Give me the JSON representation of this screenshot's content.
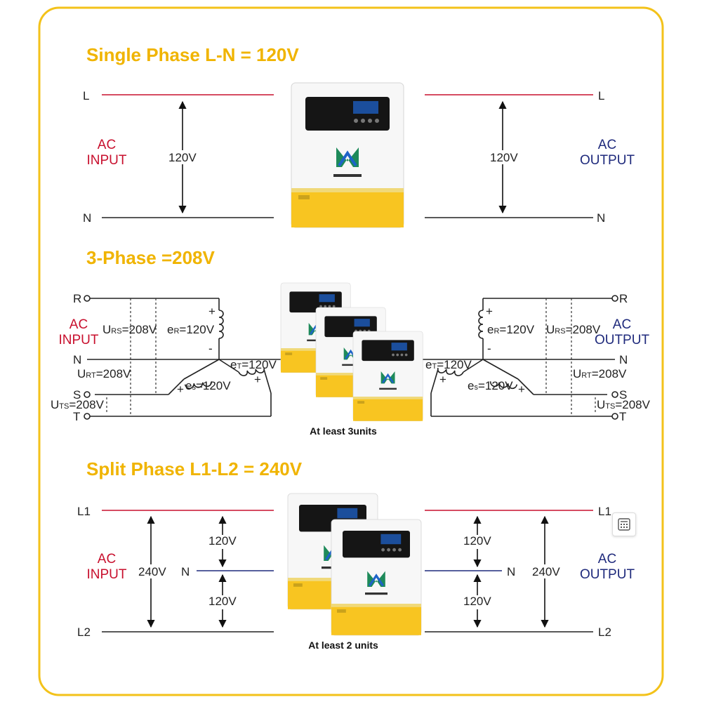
{
  "colors": {
    "border": "#f3c21a",
    "title": "#f0b400",
    "input": "#c8102e",
    "output": "#1f2a7c",
    "live": "#c8102e",
    "neutral": "#1f2a7c"
  },
  "brand": "HM\\ENERGY",
  "single": {
    "title": "Single Phase L-N = 120V",
    "l": "L",
    "n": "N",
    "v": "120V",
    "ac": "AC",
    "input": "INPUT",
    "output": "OUTPUT"
  },
  "three": {
    "title": "3-Phase =208V",
    "r": "R",
    "n": "N",
    "s": "S",
    "t": "T",
    "urs_u": "U",
    "urs_sub": "RS",
    "urs_val": "=208V",
    "urt_u": "U",
    "urt_sub": "RT",
    "urt_val": "=208V",
    "uts_u": "U",
    "uts_sub": "TS",
    "uts_val": "=208V",
    "er_e": "e",
    "er_sub": "R",
    "er_val": "=120V",
    "et_e": "e",
    "et_sub": "T",
    "et_val": "=120V",
    "es_e": "e",
    "es_sub": "s",
    "es_val": "=120V",
    "plus": "+",
    "minus": "-",
    "ac": "AC",
    "input": "INPUT",
    "output": "OUTPUT",
    "caption": "At least 3units"
  },
  "split": {
    "title": "Split Phase L1-L2 = 240V",
    "l1": "L1",
    "l2": "L2",
    "n": "N",
    "v240": "240V",
    "v120": "120V",
    "ac": "AC",
    "input": "INPUT",
    "output": "OUTPUT",
    "caption": "At least 2 units"
  },
  "toolbar": {
    "icon": "calculator-icon"
  }
}
